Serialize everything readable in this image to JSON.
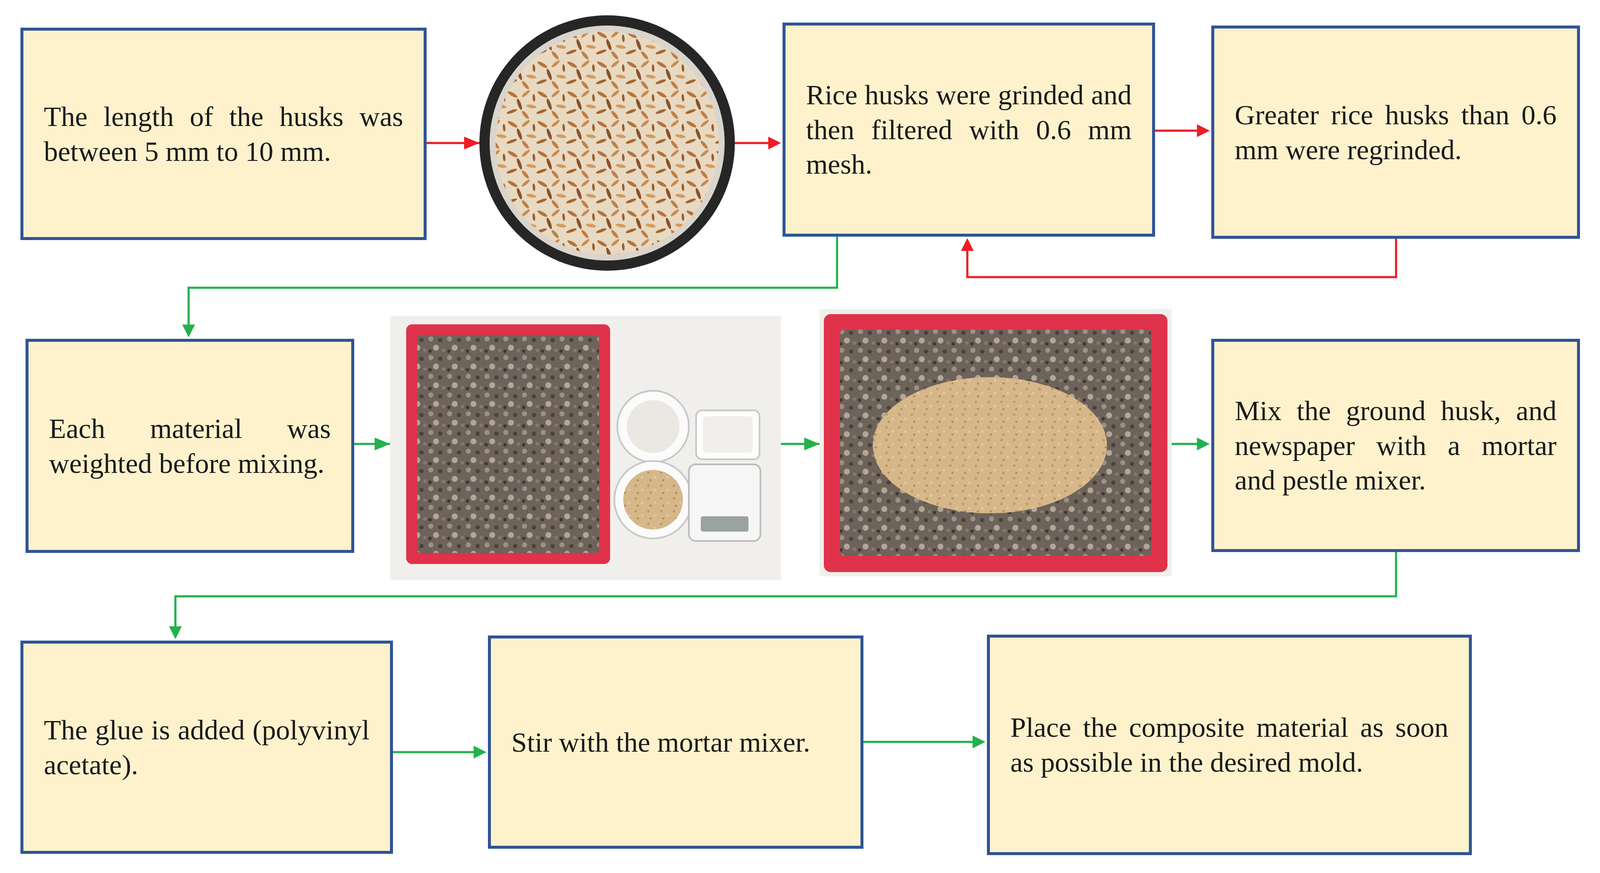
{
  "diagram": {
    "nodes": [
      {
        "text": [
          "The length of the husks was between 5 mm to 10 mm."
        ]
      },
      {
        "text": [
          "Rice husks were grinded and then filtered with 0.6 mm mesh."
        ]
      },
      {
        "text": [
          "Greater rice husks than 0.6 mm were regrinded."
        ]
      },
      {
        "text": [
          "Each material was weighted before mixing."
        ]
      },
      {
        "text": [
          "Mix the ground husk, and newspaper with a mortar and pestle mixer."
        ]
      },
      {
        "text": [
          "The glue is added (polyvinyl acetate)."
        ]
      },
      {
        "text": [
          "Stir with the mortar mixer."
        ]
      },
      {
        "text": [
          "Place the composite material as soon as possible in the desired mold."
        ]
      }
    ],
    "edges": [
      {
        "from": 0,
        "to": 1,
        "arrow": "to"
      },
      {
        "from": 1,
        "to": 2,
        "arrow": "to"
      },
      {
        "from": 2,
        "to": 1,
        "arrow": "to"
      },
      {
        "from": 1,
        "to": 3,
        "arrow": "to"
      },
      {
        "from": 3,
        "to": 4,
        "arrow": "to"
      },
      {
        "from": 4,
        "to": 5,
        "arrow": "to"
      },
      {
        "from": 5,
        "to": 6,
        "arrow": "to"
      },
      {
        "from": 6,
        "to": 7,
        "arrow": "to"
      }
    ]
  }
}
